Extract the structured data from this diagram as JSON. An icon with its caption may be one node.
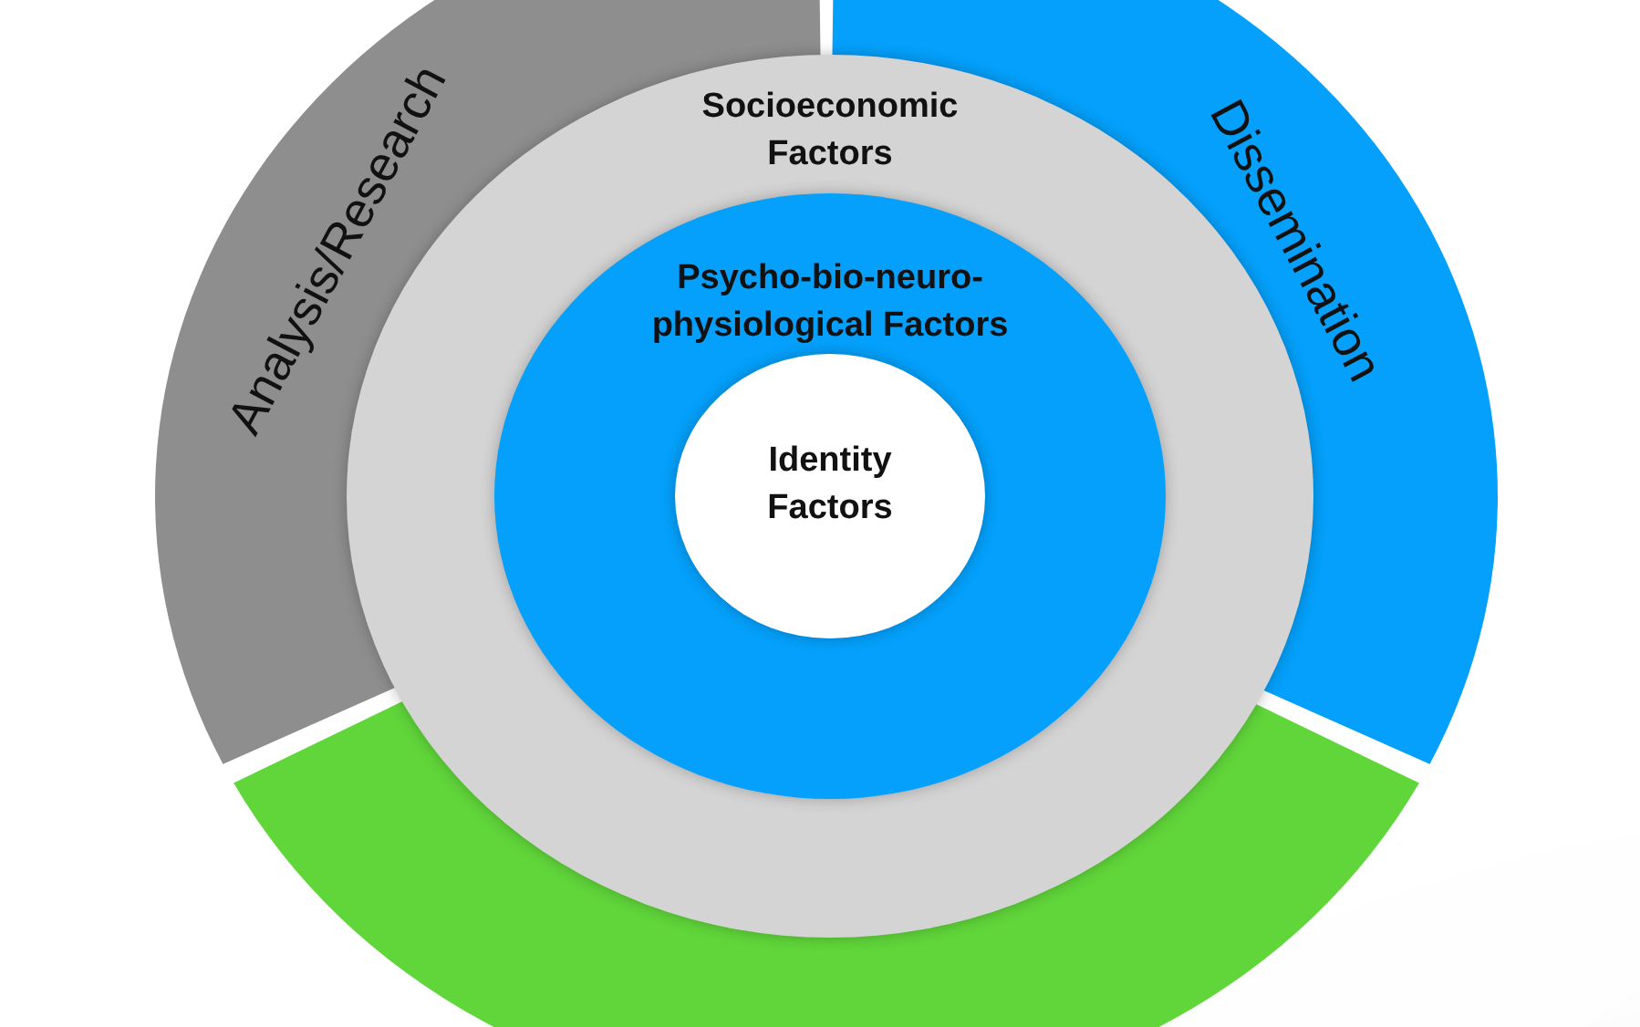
{
  "diagram": {
    "nodes": [
      {
        "text": [
          "Analysis/Research"
        ]
      },
      {
        "text": [
          "Dissemination"
        ]
      },
      {
        "text": [],
        "shape": "band"
      },
      {
        "text": [
          "Socioeconomic Factors"
        ]
      },
      {
        "text": [
          "Psycho-bio-neuro-physiological Factors"
        ],
        "in": 3
      },
      {
        "text": [
          "Identity Factors"
        ],
        "in": 4
      }
    ]
  }
}
